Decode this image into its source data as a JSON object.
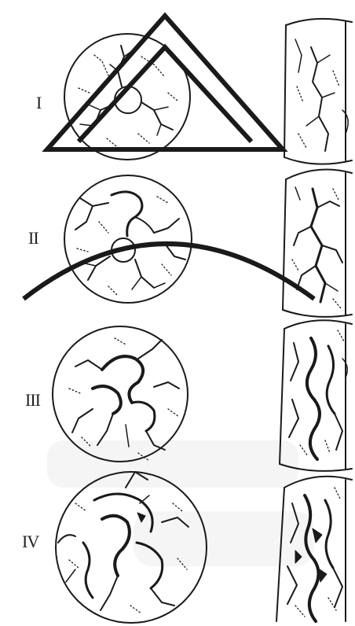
{
  "figure": {
    "stages": [
      {
        "label": "I"
      },
      {
        "label": "II"
      },
      {
        "label": "III"
      },
      {
        "label": "IV"
      }
    ],
    "ink_color": "#1a1a1a",
    "watermark_color": "#e9e9e9"
  }
}
